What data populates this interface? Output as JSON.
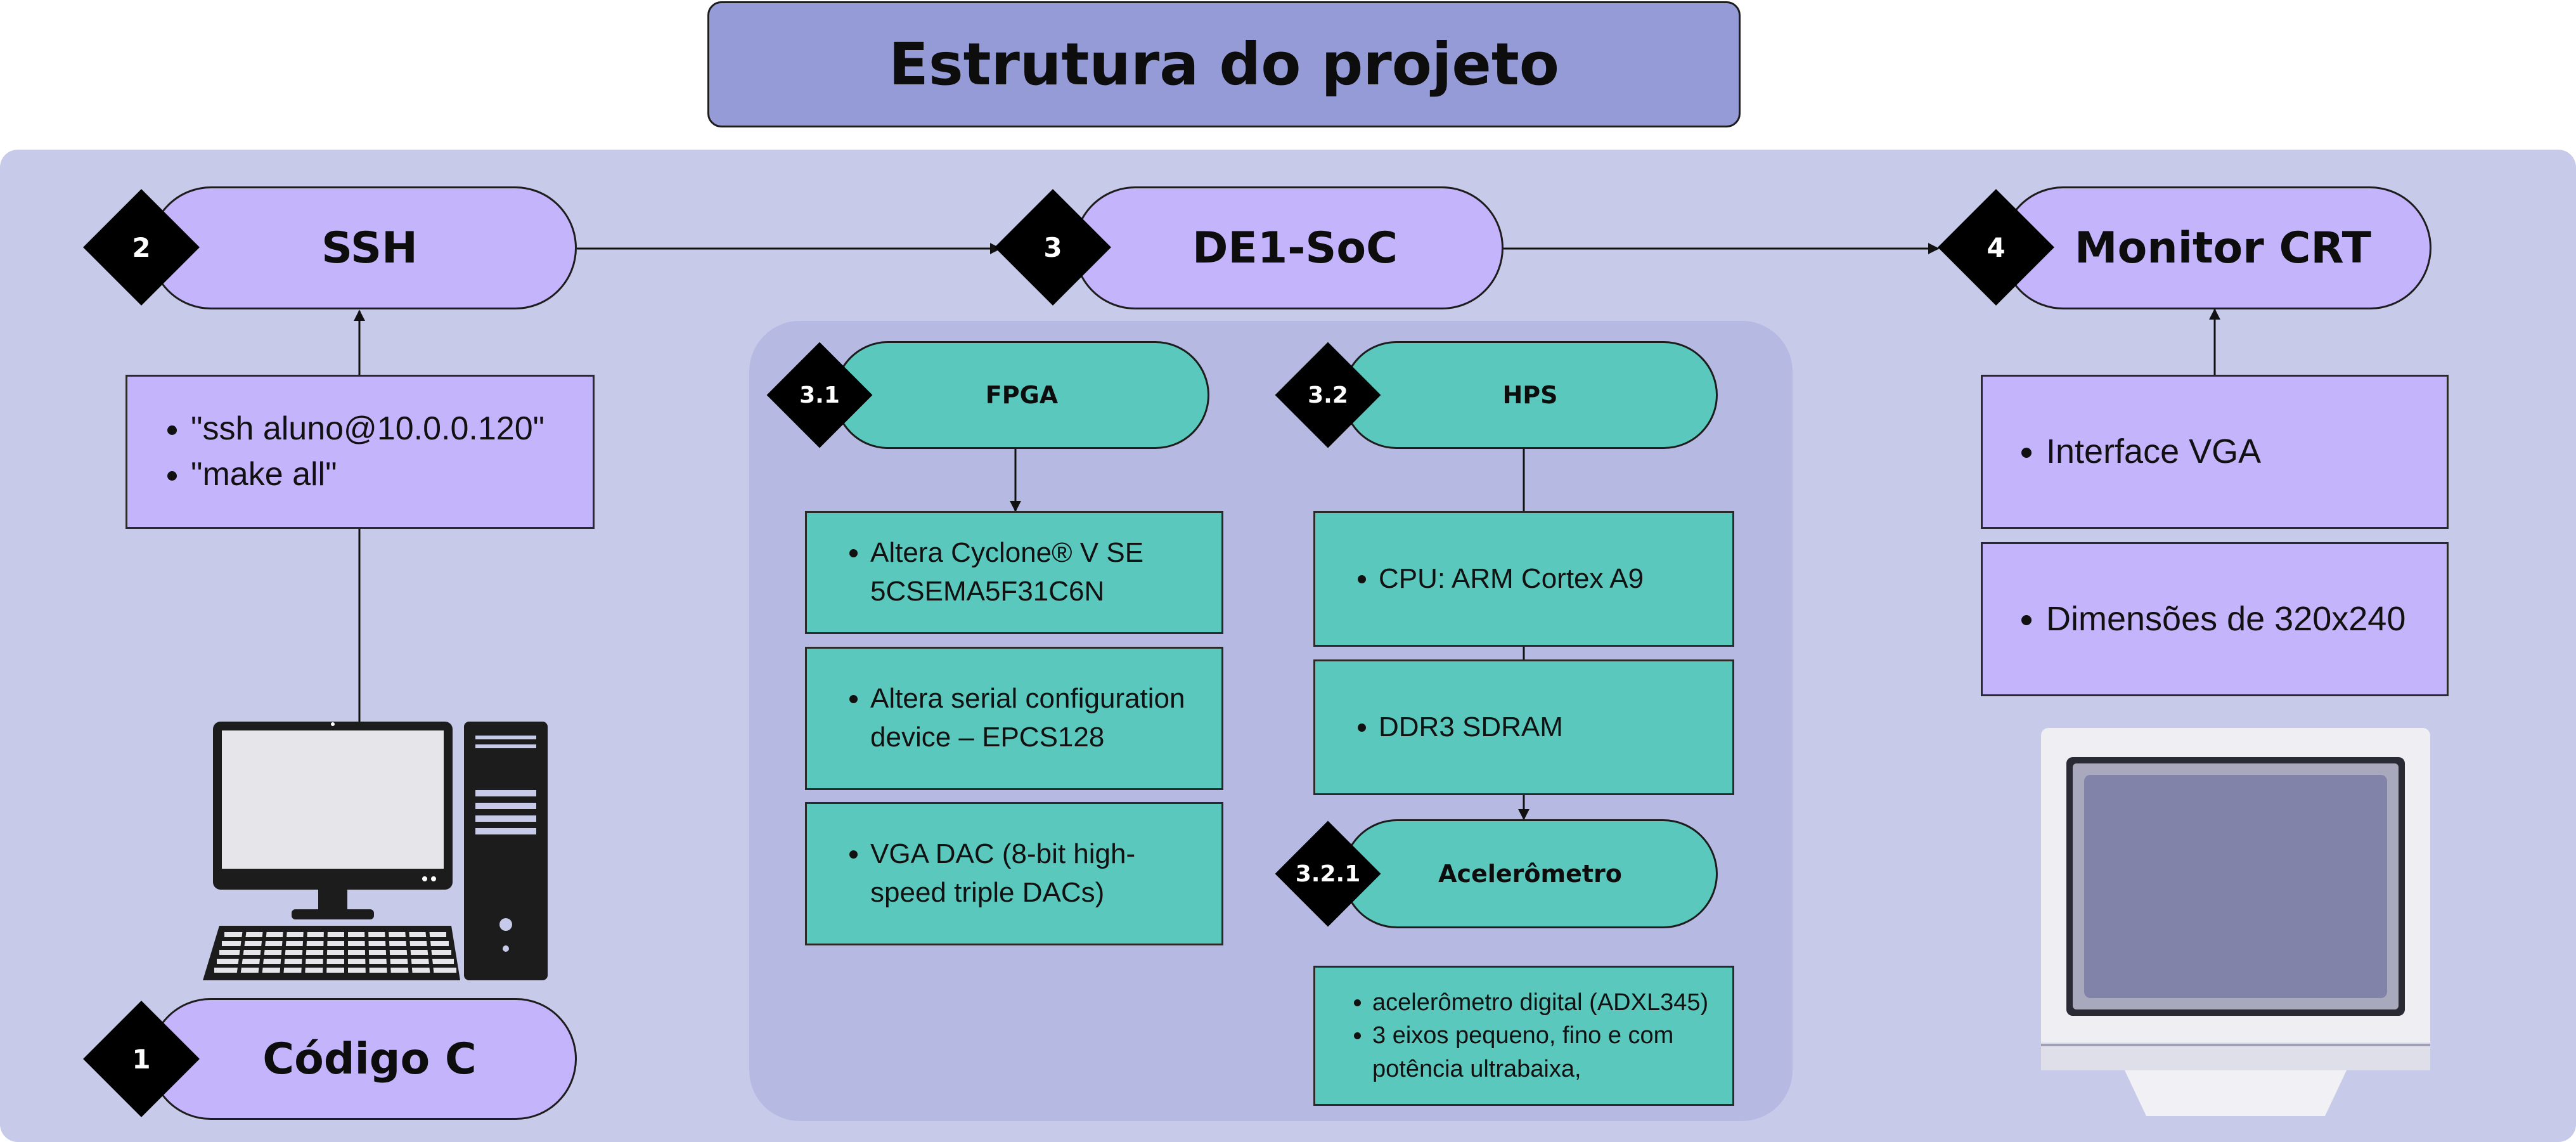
{
  "title": "Estrutura do projeto",
  "nodes": {
    "ssh": {
      "number": "2",
      "label": "SSH"
    },
    "de1": {
      "number": "3",
      "label": "DE1-SoC"
    },
    "monitor": {
      "number": "4",
      "label": "Monitor CRT"
    },
    "codigo": {
      "number": "1",
      "label": "Código C"
    },
    "fpga": {
      "number": "3.1",
      "label": "FPGA"
    },
    "hps": {
      "number": "3.2",
      "label": "HPS"
    },
    "acel": {
      "number": "3.2.1",
      "label": "Acelerômetro"
    }
  },
  "ssh_commands": [
    "\"ssh aluno@10.0.0.120\"",
    "\"make all\""
  ],
  "fpga_items": [
    "Altera Cyclone® V SE 5CSEMA5F31C6N",
    "Altera serial configuration device – EPCS128",
    "VGA DAC (8-bit high-speed triple DACs)"
  ],
  "hps_items": [
    "CPU: ARM Cortex A9",
    "DDR3 SDRAM"
  ],
  "acel_items": [
    "acelerômetro digital (ADXL345)",
    "3 eixos pequeno, fino e com potência ultrabaixa,"
  ],
  "monitor_items": [
    "Interface VGA",
    "Dimensões de 320x240"
  ],
  "icons": [
    "desktop-computer-icon",
    "crt-monitor-icon"
  ],
  "colors": {
    "panel": "#c7cae8",
    "subpanel": "#b6bae3",
    "title_box": "#949bd6",
    "purple_node": "#c4b4fb",
    "teal_node": "#5bc8bd",
    "badge": "#000000"
  }
}
